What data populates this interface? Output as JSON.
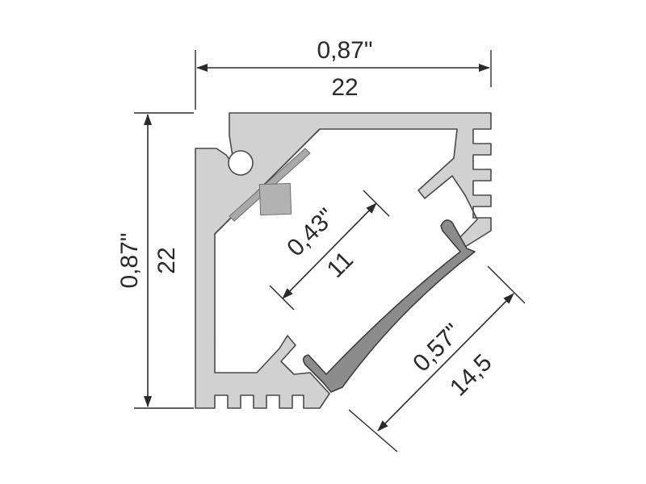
{
  "dimensions": {
    "top_width": {
      "inch": "0,87\"",
      "mm": "22"
    },
    "left_height": {
      "inch": "0,87\"",
      "mm": "22"
    },
    "inner_diagonal": {
      "inch": "0,43\"",
      "mm": "11"
    },
    "diffuser_width": {
      "inch": "0,57\"",
      "mm": "14,5"
    }
  }
}
